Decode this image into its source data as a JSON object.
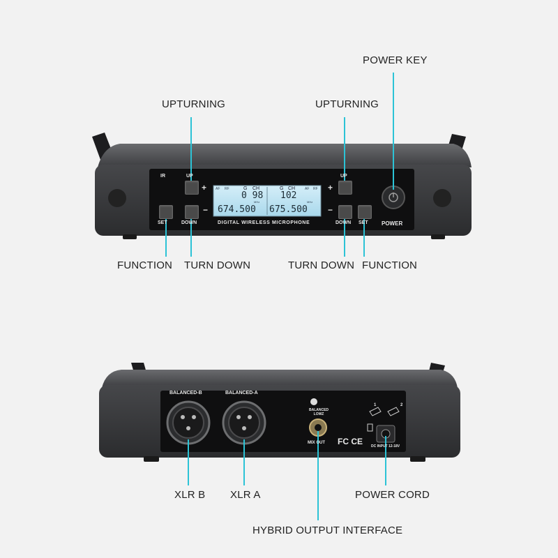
{
  "front_labels": {
    "power_key": "POWER KEY",
    "upturning_left": "UPTURNING",
    "upturning_right": "UPTURNING",
    "function_left": "FUNCTION",
    "turn_down_left": "TURN DOWN",
    "turn_down_right": "TURN DOWN",
    "function_right": "FUNCTION"
  },
  "back_labels": {
    "xlr_b": "XLR B",
    "xlr_a": "XLR A",
    "power_cord": "POWER CORD",
    "hybrid_output": "HYBRID OUTPUT INTERFACE"
  },
  "front_panel": {
    "ir": "IR",
    "up_left": "UP",
    "up_right": "UP",
    "set_left": "SET",
    "set_right": "SET",
    "down_left": "DOWN",
    "down_right": "DOWN",
    "power": "POWER",
    "brand_strip": "DIGITAL WIRELESS MICROPHONE",
    "plus": "+",
    "minus": "−"
  },
  "lcd": {
    "left_group": "G",
    "left_ch": "CH",
    "left_channel": "0 98",
    "left_freq": "674.500",
    "right_group": "G",
    "right_ch": "CH",
    "right_channel": "102",
    "right_freq": "675.500",
    "af": "AF",
    "rf": "RF",
    "mhz": "MHz"
  },
  "back_panel": {
    "balanced_b": "BALANCED-B",
    "balanced_a": "BALANCED-A",
    "balanced_lowz": "BALANCED LOWZ",
    "mix_out": "MIX OUT",
    "dc_input": "DC INPUT 12-18V",
    "fc_ce": "FC CE",
    "step1": "1",
    "step2": "2"
  },
  "colors": {
    "leader": "#2cc3d6",
    "device_body": "#3a3b3d",
    "lcd_backlight": "#bfe4f3"
  }
}
